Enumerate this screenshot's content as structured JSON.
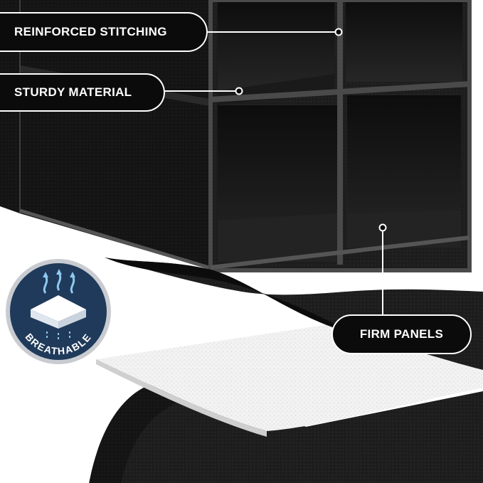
{
  "labels": {
    "reinforced_stitching": "REINFORCED STITCHING",
    "sturdy_material": "STURDY MATERIAL",
    "firm_panels": "FIRM PANELS"
  },
  "badge": {
    "text": "BREATHABLE",
    "icon": "breathable-airflow-icon",
    "color": "#1f3a5a"
  },
  "colors": {
    "organizer_fabric": "#1c1c1c",
    "trim": "#4a4a4a",
    "label_background": "#0b0b0b",
    "label_text": "#ffffff",
    "white_layer": "#f4f4f4"
  }
}
